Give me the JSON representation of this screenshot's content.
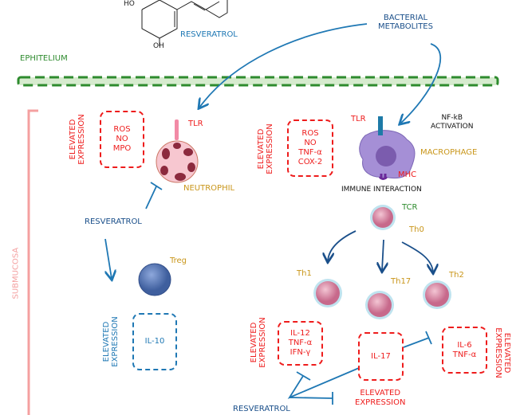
{
  "molecule": {
    "name": "RESVERATROL",
    "ho_label": "HO",
    "oh_label": "OH"
  },
  "bacterial_metabolites": [
    "BACTERIAL",
    "METABOLITES"
  ],
  "epithelium_label": "EPHITELIUM",
  "submucosa_label": "SUBMUCOSA",
  "neutrophil": {
    "label": "NEUTROPHIL",
    "receptor": "TLR",
    "expression_label": [
      "ELEVATED",
      "EXPRESSION"
    ],
    "markers": [
      "ROS",
      "NO",
      "MPO"
    ]
  },
  "macrophage": {
    "label": "MACROPHAGE",
    "receptor": "TLR",
    "mhc": "MHC",
    "nfkb": [
      "NF-kB",
      "ACTIVATION"
    ],
    "immune_interaction": "IMMUNE INTERACTION",
    "expression_label": [
      "ELEVATED",
      "EXPRESSION"
    ],
    "markers": [
      "ROS",
      "NO",
      "TNF-α",
      "COX-2"
    ]
  },
  "tcell": {
    "tcr": "TCR",
    "th0": "Th0",
    "th1": "Th1",
    "th17": "Th17",
    "th2": "Th2"
  },
  "treg": {
    "label": "Treg",
    "resveratrol": "RESVERATROL",
    "expression_label": [
      "ELEVATED",
      "EXPRESSION"
    ],
    "markers": [
      "IL-10"
    ]
  },
  "th1_box": {
    "expression_label": [
      "ELEVATED",
      "EXPRESSION"
    ],
    "markers": [
      "IL-12",
      "TNF-α",
      "IFN-γ"
    ]
  },
  "th17_box": {
    "expression_label": [
      "ELEVATED",
      "EXPRESSION"
    ],
    "markers": [
      "IL-17"
    ]
  },
  "th2_box": {
    "expression_label": [
      "ELEVATED",
      "EXPRESSION"
    ],
    "markers": [
      "IL-6",
      "TNF-α"
    ]
  },
  "bottom_resveratrol": "RESVERATROL",
  "colors": {
    "red": "#ee1c1c",
    "blue": "#1f78b4",
    "dark_blue": "#1a4f8a",
    "green": "#2e8b2e",
    "gold": "#c9961a",
    "submucosa": "#f4a0a0"
  }
}
